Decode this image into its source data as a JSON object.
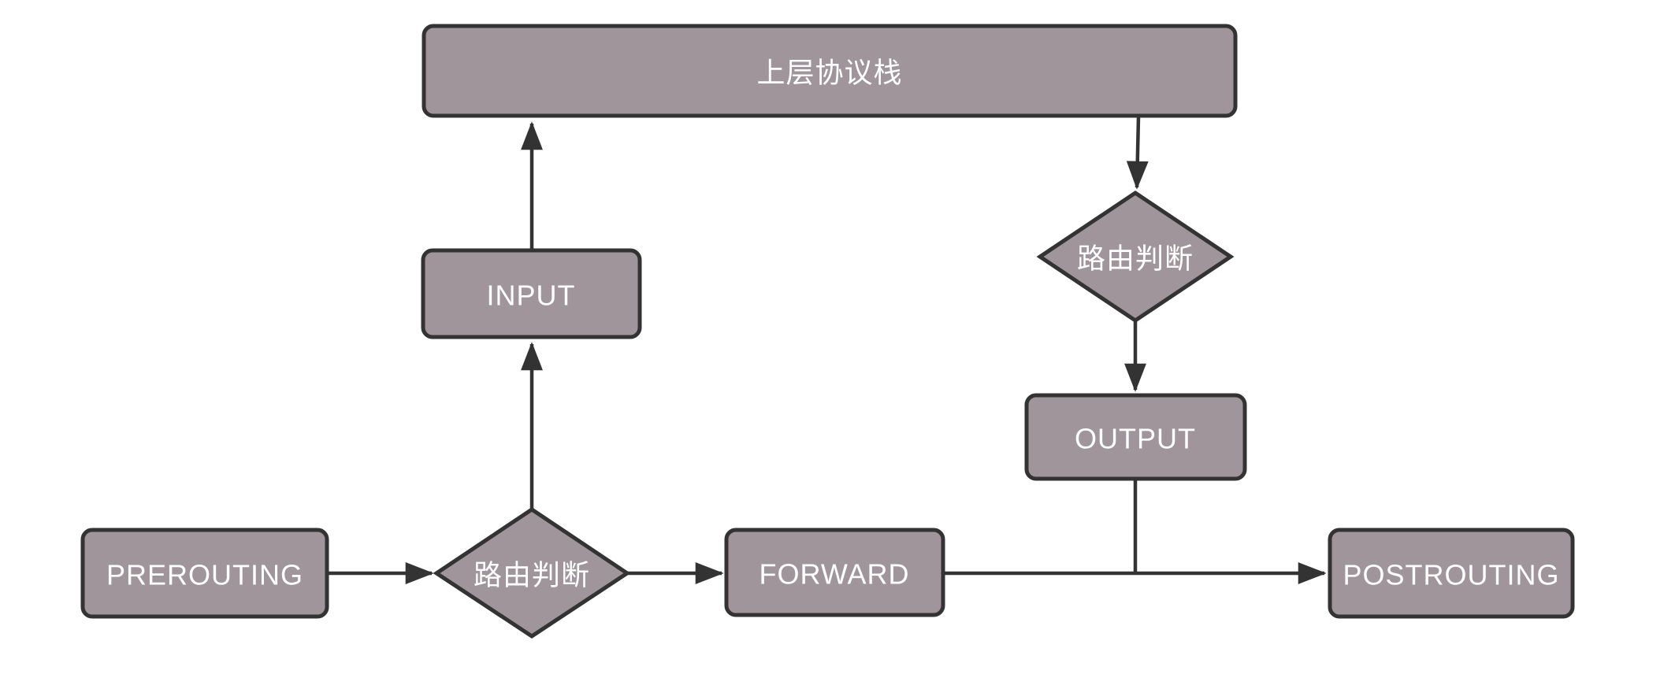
{
  "diagram": {
    "kind": "flowchart",
    "description": "netfilter iptables packet flow"
  },
  "theme": {
    "canvas_bg": "#ffffff",
    "node_fill": "#a0959a",
    "node_stroke": "#333333",
    "edge_color": "#333333",
    "label_color": "#ffffff"
  },
  "nodes": {
    "upper_stack": {
      "label": "上层协议栈",
      "type": "process"
    },
    "input": {
      "label": "INPUT",
      "type": "process"
    },
    "routing_right": {
      "label": "路由判断",
      "type": "decision"
    },
    "output": {
      "label": "OUTPUT",
      "type": "process"
    },
    "prerouting": {
      "label": "PREROUTING",
      "type": "process"
    },
    "routing_bottom": {
      "label": "路由判断",
      "type": "decision"
    },
    "forward": {
      "label": "FORWARD",
      "type": "process"
    },
    "postrouting": {
      "label": "POSTROUTING",
      "type": "process"
    }
  },
  "edges": [
    {
      "from": "prerouting",
      "to": "routing_bottom",
      "arrow": true
    },
    {
      "from": "routing_bottom",
      "to": "input",
      "arrow": true
    },
    {
      "from": "input",
      "to": "upper_stack",
      "arrow": true
    },
    {
      "from": "upper_stack",
      "to": "routing_right",
      "arrow": true
    },
    {
      "from": "routing_right",
      "to": "output",
      "arrow": true
    },
    {
      "from": "output",
      "to": "postrouting",
      "arrow": false,
      "note": "joins forward-postrouting connector"
    },
    {
      "from": "routing_bottom",
      "to": "forward",
      "arrow": true
    },
    {
      "from": "forward",
      "to": "postrouting",
      "arrow": true
    }
  ]
}
